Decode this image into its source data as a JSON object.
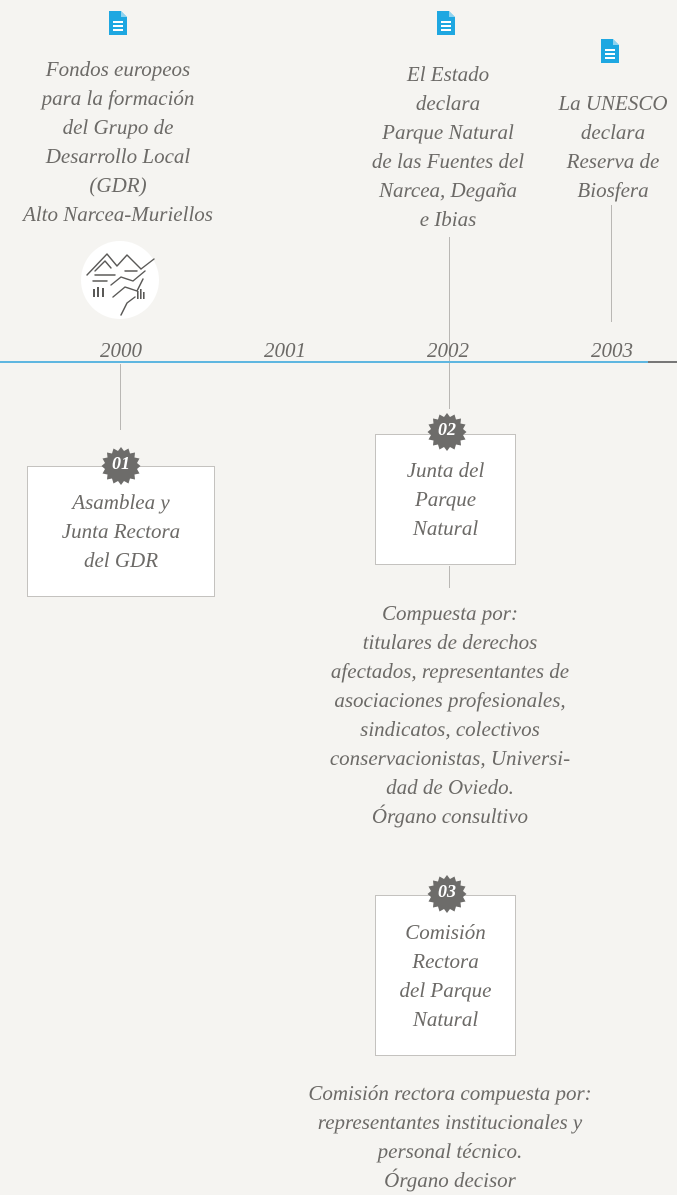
{
  "colors": {
    "background": "#f5f4f1",
    "text": "#6c6a67",
    "axis": "#5eb6e0",
    "axis_end": "#777777",
    "icon": "#1ea7e1",
    "badge": "#6d6c6a"
  },
  "icons": {
    "document": "document-icon",
    "landscape": "mountain-landscape-icon",
    "badge": "seal-badge-icon"
  },
  "events_top": [
    {
      "text": "Fondos europeos\npara la formación\ndel Grupo de\nDesarrollo Local\n(GDR)\nAlto Narcea-Muriellos"
    },
    {
      "text": "El Estado\ndeclara\nParque Natural\nde las Fuentes del\nNarcea, Degaña\ne Ibias"
    },
    {
      "text": "La UNESCO\ndeclara\nReserva de\nBiosfera"
    }
  ],
  "years": [
    "2000",
    "2001",
    "2002",
    "2003"
  ],
  "boxes": [
    {
      "num": "01",
      "label": "Asamblea y\nJunta Rectora\ndel GDR"
    },
    {
      "num": "02",
      "label": "Junta del\nParque\nNatural"
    },
    {
      "num": "03",
      "label": "Comisión\nRectora\ndel Parque\nNatural"
    }
  ],
  "descriptions": [
    {
      "text": "Compuesta por:\ntitulares de derechos\nafectados, representantes de\nasociaciones profesionales,\nsindicatos, colectivos\nconservacionistas, Universi-\ndad de Oviedo.\nÓrgano consultivo"
    },
    {
      "text": "Comisión rectora compuesta por:\nrepresentantes institucionales y\npersonal técnico.\nÓrgano decisor"
    }
  ]
}
